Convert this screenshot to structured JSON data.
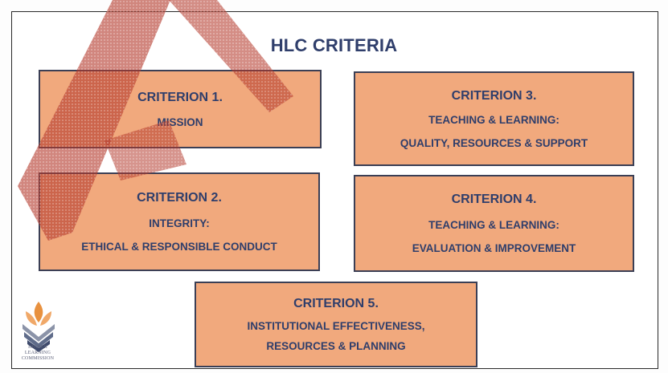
{
  "title": "HLC CRITERIA",
  "criteria": [
    {
      "heading": "CRITERION 1.",
      "lines": [
        "MISSION"
      ]
    },
    {
      "heading": "CRITERION 2.",
      "lines": [
        "INTEGRITY:",
        "ETHICAL & RESPONSIBLE CONDUCT"
      ]
    },
    {
      "heading": "CRITERION 3.",
      "lines": [
        "TEACHING & LEARNING:",
        "QUALITY, RESOURCES & SUPPORT"
      ]
    },
    {
      "heading": "CRITERION 4.",
      "lines": [
        "TEACHING & LEARNING:",
        "EVALUATION & IMPROVEMENT"
      ]
    },
    {
      "heading": "CRITERION 5.",
      "lines": [
        "INSTITUTIONAL EFFECTIVENESS,",
        "RESOURCES & PLANNING"
      ]
    }
  ],
  "logo": {
    "icon": "hlc-leaf-logo-icon",
    "text_lines": [
      "HIGHER",
      "LEARNING",
      "COMMISSION"
    ]
  },
  "colors": {
    "box_fill": "#f1a97d",
    "text": "#2f3e6b",
    "watermark": "#c0392b"
  }
}
